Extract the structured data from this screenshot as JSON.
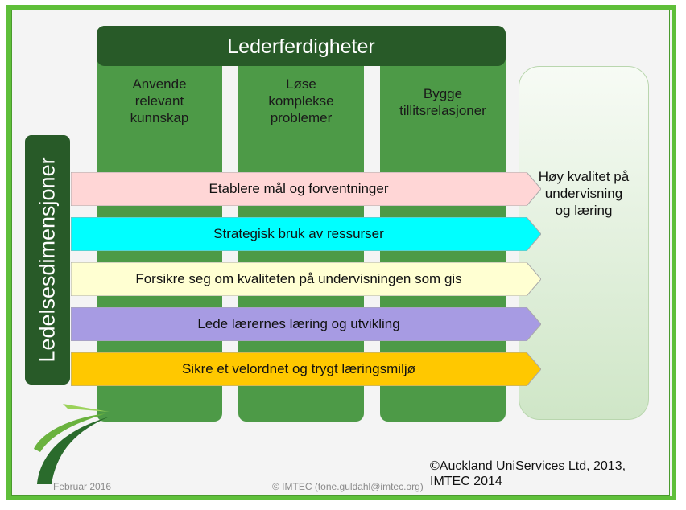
{
  "header": {
    "title": "Lederferdigheter"
  },
  "columns": [
    {
      "label": "Anvende\nrelevant\nkunnskap"
    },
    {
      "label": "Løse\nkomplekse\nproblemer"
    },
    {
      "label": "Bygge\ntillitsrelasjoner"
    }
  ],
  "side": {
    "label": "Ledelsesdimensjoner"
  },
  "dimensions": [
    {
      "label": "Etablere mål og forventninger",
      "color": "#ffd6d6"
    },
    {
      "label": "Strategisk bruk av ressurser",
      "color": "#00ffff"
    },
    {
      "label": "Forsikre seg om kvaliteten på undervisningen som gis",
      "color": "#ffffd2"
    },
    {
      "label": "Lede lærernes læring og utvikling",
      "color": "#a79be3"
    },
    {
      "label": "Sikre et velordnet og trygt læringsmiljø",
      "color": "#ffc800"
    }
  ],
  "result": {
    "label": "Høy kvalitet på\nundervisning\nog  læring"
  },
  "footer": {
    "date": "Februar 2016",
    "contact": "© IMTEC (tone.guldahl@imtec.org)",
    "copyright": "©Auckland UniServices Ltd, 2013,\nIMTEC 2014"
  },
  "colors": {
    "frame": "#5fbf3a",
    "column": "#4d9a47",
    "dark_green": "#285a28"
  },
  "icons": {
    "logo": "green-swoosh-logo"
  }
}
